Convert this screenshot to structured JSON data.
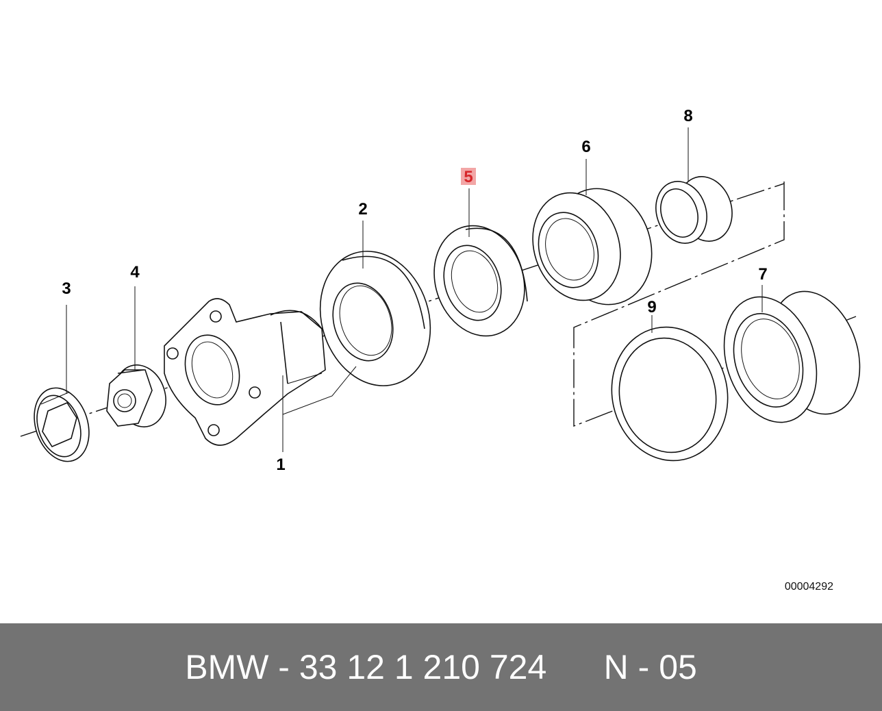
{
  "diagram": {
    "callouts": [
      {
        "id": "1",
        "label": "1"
      },
      {
        "id": "2",
        "label": "2"
      },
      {
        "id": "3",
        "label": "3"
      },
      {
        "id": "4",
        "label": "4"
      },
      {
        "id": "5",
        "label": "5",
        "highlighted": true
      },
      {
        "id": "6",
        "label": "6"
      },
      {
        "id": "7",
        "label": "7"
      },
      {
        "id": "8",
        "label": "8"
      },
      {
        "id": "9",
        "label": "9"
      }
    ],
    "highlight_color": "#f2a6a6",
    "highlight_text_color": "#d6262a",
    "image_code": "00004292"
  },
  "footer": {
    "brand": "BMW",
    "separator": " - ",
    "part_number": "33 12 1 210 724",
    "position_prefix": "N - ",
    "position_number": "05",
    "background_color": "#737373",
    "text_color": "#ffffff"
  }
}
